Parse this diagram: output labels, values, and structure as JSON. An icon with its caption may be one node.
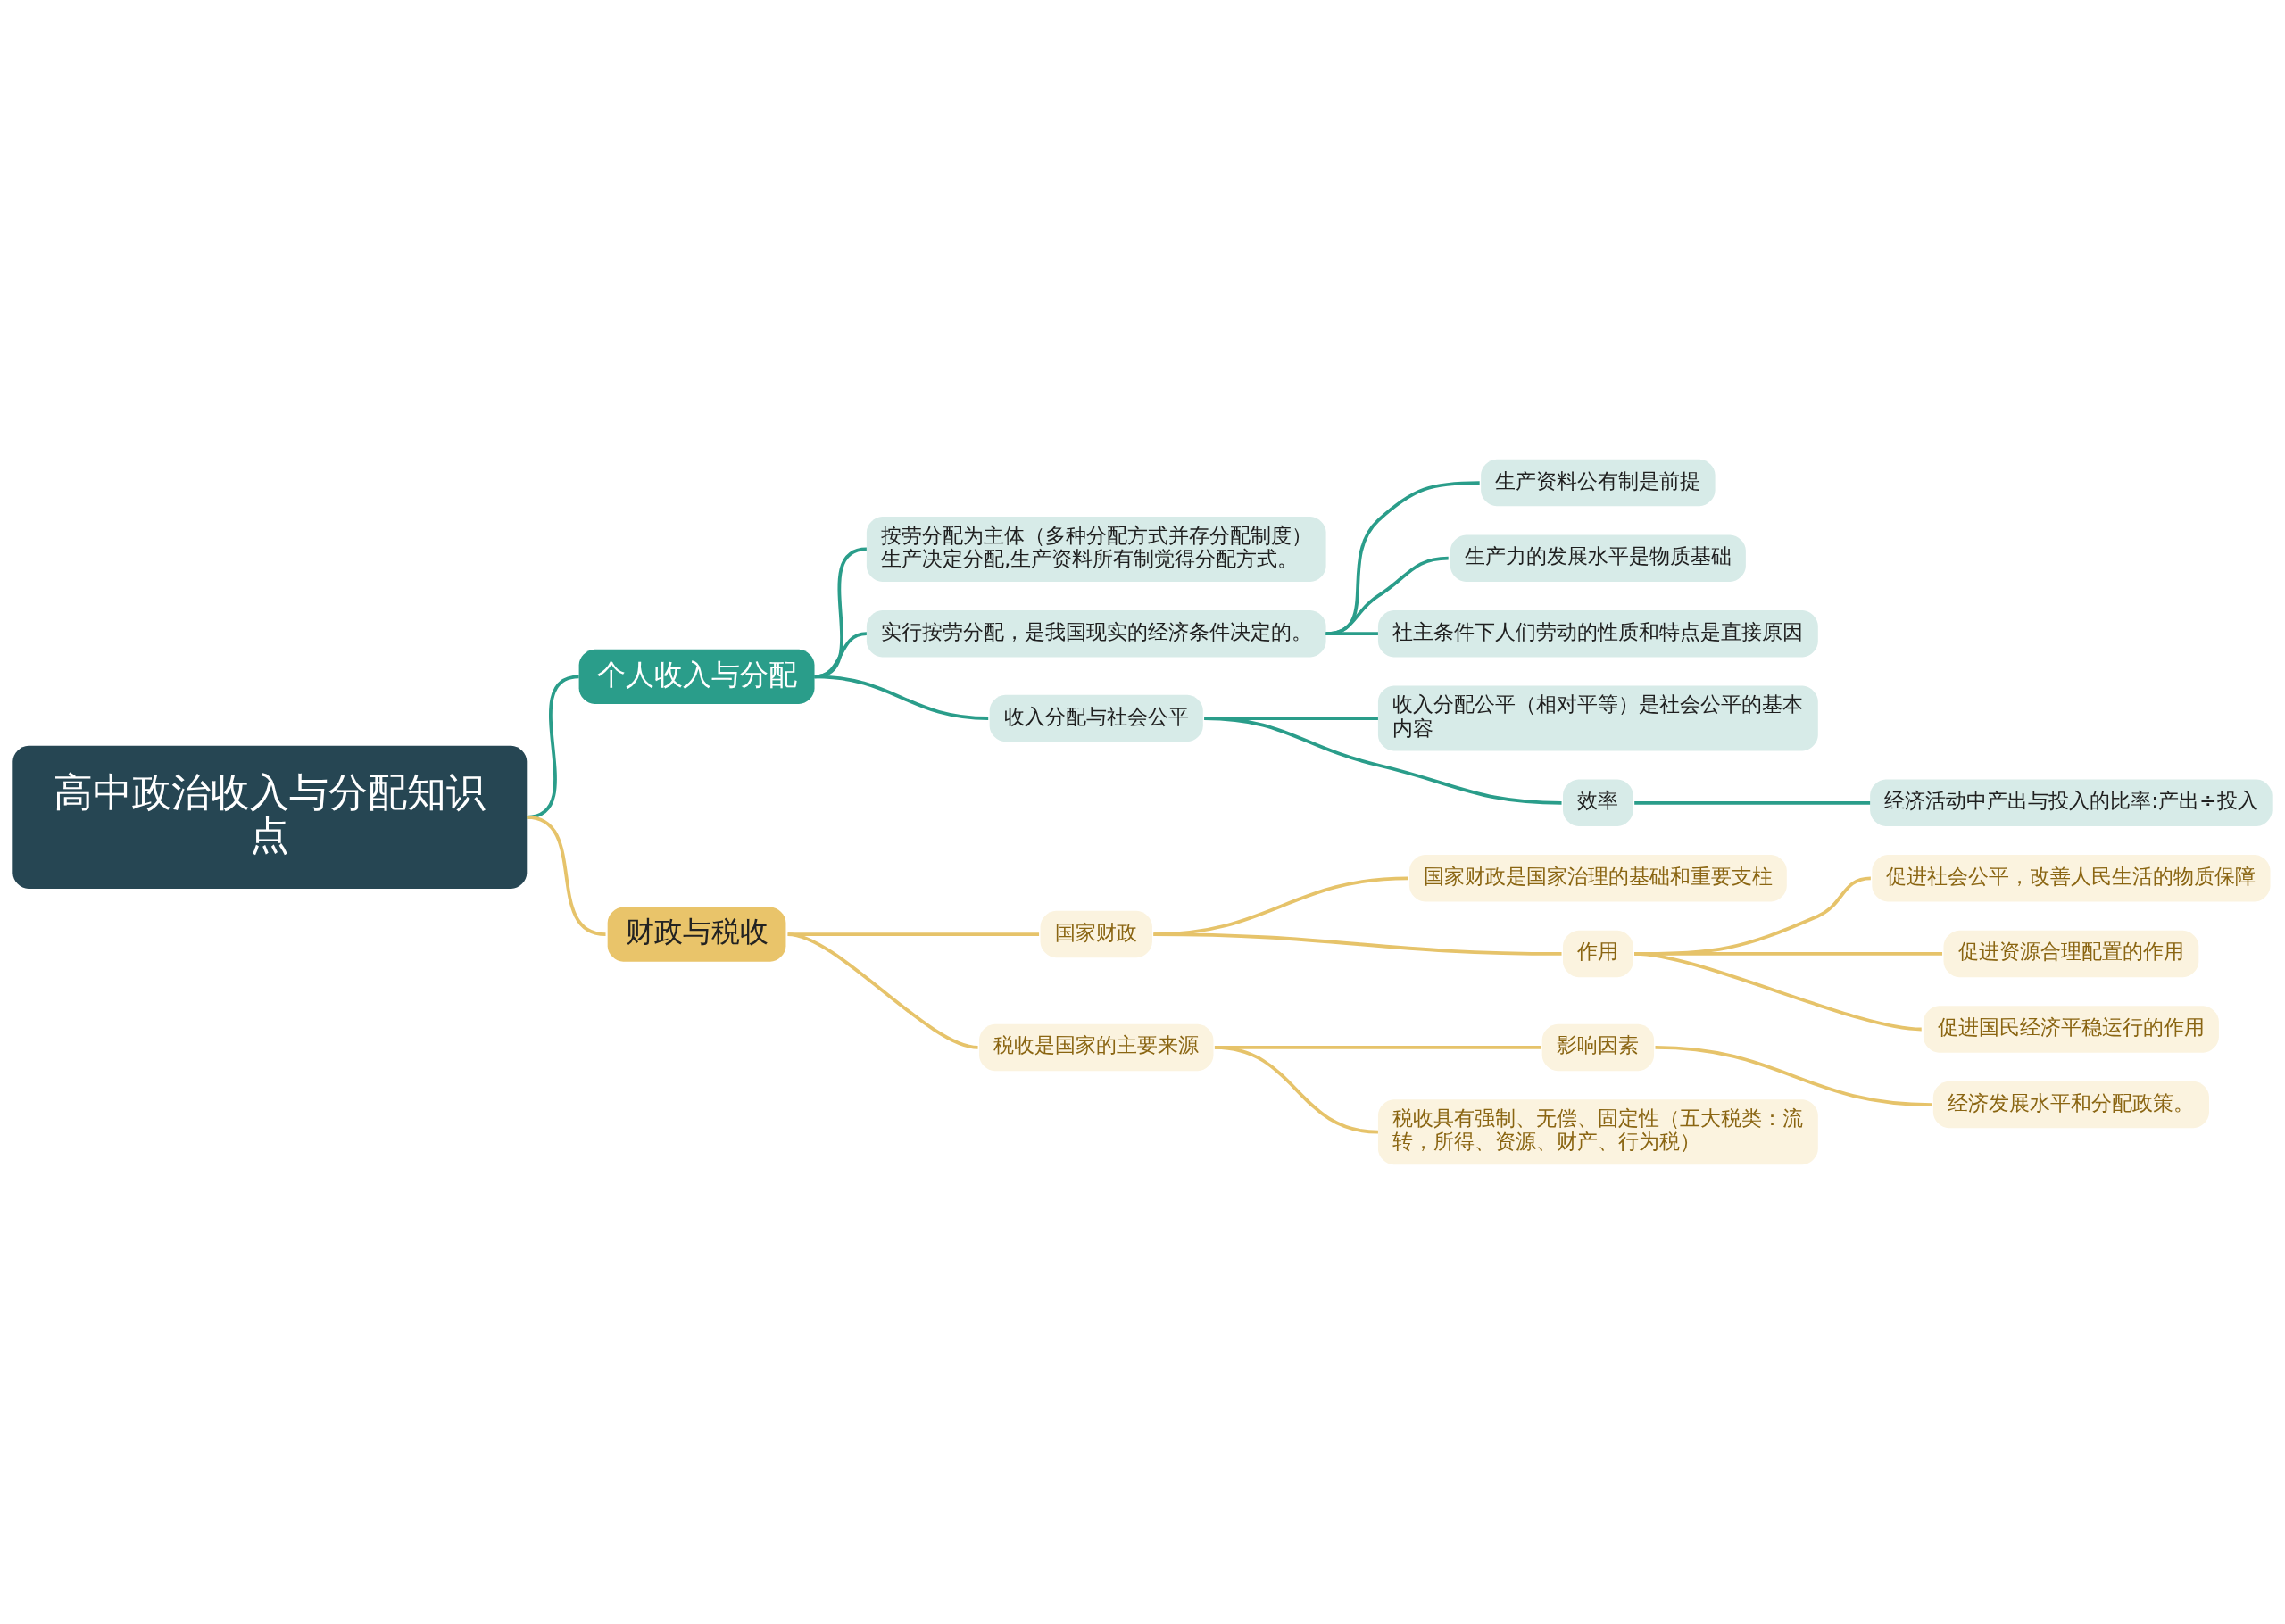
{
  "diagram": {
    "nodes": [
      {
        "text": [
          "高中政治收入与分配知识点"
        ]
      },
      {
        "text": [
          "个人收入与分配"
        ]
      },
      {
        "text": [
          "按劳分配为主体（多种分配方式并存分配制度）生产决定分配,生产资料所有制觉得分配方式。"
        ]
      },
      {
        "text": [
          "实行按劳分配，是我国现实的经济条件决定的。"
        ]
      },
      {
        "text": [
          "生产资料公有制是前提"
        ]
      },
      {
        "text": [
          "生产力的发展水平是物质基础"
        ]
      },
      {
        "text": [
          "社主条件下人们劳动的性质和特点是直接原因"
        ]
      },
      {
        "text": [
          "收入分配与社会公平"
        ]
      },
      {
        "text": [
          "收入分配公平（相对平等）是社会公平的基本内容"
        ]
      },
      {
        "text": [
          "效率"
        ]
      },
      {
        "text": [
          "经济活动中产出与投入的比率:产出÷投入"
        ]
      },
      {
        "text": [
          "财政与税收"
        ]
      },
      {
        "text": [
          "国家财政"
        ]
      },
      {
        "text": [
          "国家财政是国家治理的基础和重要支柱"
        ]
      },
      {
        "text": [
          "作用"
        ]
      },
      {
        "text": [
          "促进社会公平，改善人民生活的物质保障"
        ]
      },
      {
        "text": [
          "促进资源合理配置的作用"
        ]
      },
      {
        "text": [
          "促进国民经济平稳运行的作用"
        ]
      },
      {
        "text": [
          "税收是国家的主要来源"
        ]
      },
      {
        "text": [
          "影响因素"
        ]
      },
      {
        "text": [
          "经济发展水平和分配政策。"
        ]
      },
      {
        "text": [
          "税收具有强制、无偿、固定性（五大税类：流转，所得、资源、财产、行为税）"
        ]
      }
    ],
    "edges": [
      {
        "from": 0,
        "to": 1,
        "arrow": "none",
        "color": "#2a9d8a"
      },
      {
        "from": 1,
        "to": 2,
        "arrow": "none",
        "color": "#2a9d8a"
      },
      {
        "from": 1,
        "to": 3,
        "arrow": "none",
        "color": "#2a9d8a"
      },
      {
        "from": 3,
        "to": 4,
        "arrow": "none",
        "color": "#2a9d8a"
      },
      {
        "from": 3,
        "to": 5,
        "arrow": "none",
        "color": "#2a9d8a"
      },
      {
        "from": 3,
        "to": 6,
        "arrow": "none",
        "color": "#2a9d8a"
      },
      {
        "from": 1,
        "to": 7,
        "arrow": "none",
        "color": "#2a9d8a"
      },
      {
        "from": 7,
        "to": 8,
        "arrow": "none",
        "color": "#2a9d8a"
      },
      {
        "from": 7,
        "to": 9,
        "arrow": "none",
        "color": "#2a9d8a"
      },
      {
        "from": 9,
        "to": 10,
        "arrow": "none",
        "color": "#2a9d8a"
      },
      {
        "from": 0,
        "to": 11,
        "arrow": "none"
      },
      {
        "from": 11,
        "to": 12,
        "arrow": "none"
      },
      {
        "from": 12,
        "to": 13,
        "arrow": "none"
      },
      {
        "from": 12,
        "to": 14,
        "arrow": "none"
      },
      {
        "from": 14,
        "to": 15,
        "arrow": "none"
      },
      {
        "from": 14,
        "to": 16,
        "arrow": "none"
      },
      {
        "from": 14,
        "to": 17,
        "arrow": "none"
      },
      {
        "from": 11,
        "to": 18,
        "arrow": "none"
      },
      {
        "from": 18,
        "to": 19,
        "arrow": "none"
      },
      {
        "from": 19,
        "to": 20,
        "arrow": "none"
      },
      {
        "from": 18,
        "to": 21,
        "arrow": "none"
      }
    ]
  }
}
